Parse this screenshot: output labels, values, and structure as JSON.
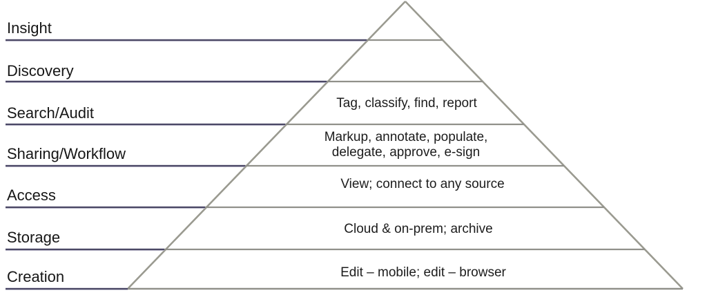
{
  "diagram": {
    "type": "pyramid",
    "levels": [
      {
        "label": "Insight",
        "description": ""
      },
      {
        "label": "Discovery",
        "description": ""
      },
      {
        "label": "Search/Audit",
        "description": "Tag, classify, find, report"
      },
      {
        "label": "Sharing/Workflow",
        "description": "Markup, annotate, populate,\ndelegate, approve, e-sign"
      },
      {
        "label": "Access",
        "description": "View; connect to any source"
      },
      {
        "label": "Storage",
        "description": "Cloud & on-prem; archive"
      },
      {
        "label": "Creation",
        "description": "Edit – mobile; edit – browser"
      }
    ],
    "colors": {
      "label_line": "#4b4865",
      "pyramid_line": "#97978e",
      "text": "#1c1c1c",
      "background": "#ffffff"
    }
  }
}
